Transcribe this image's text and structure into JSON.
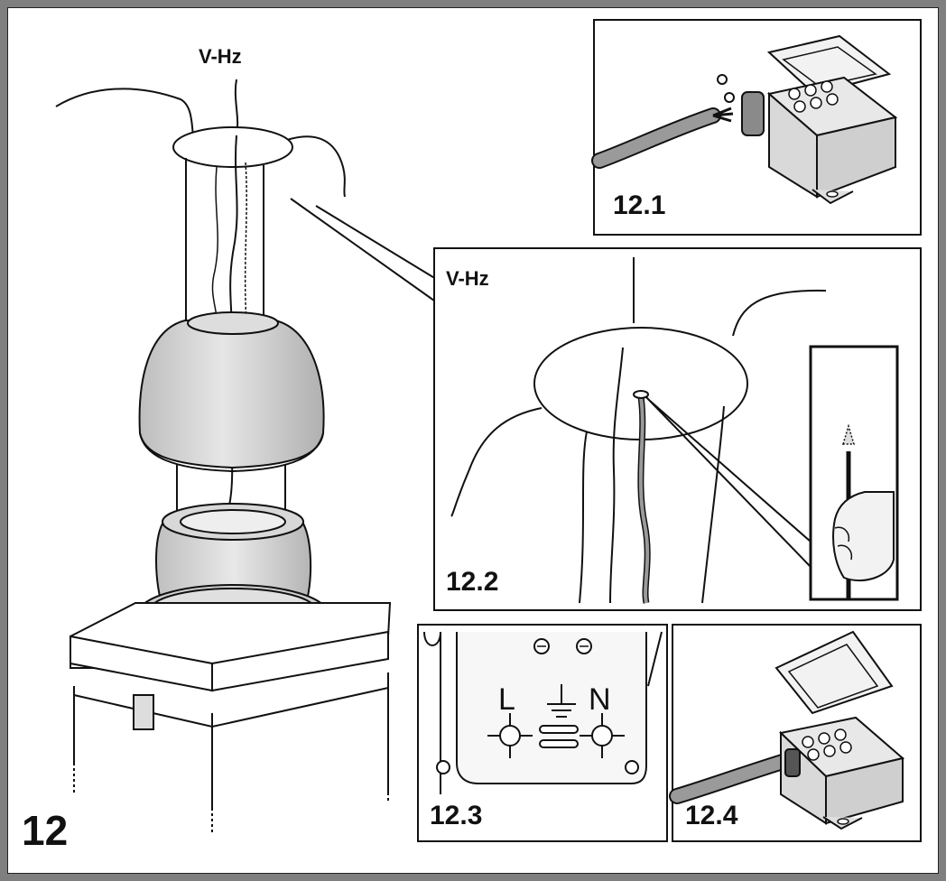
{
  "figure": {
    "main_label": "12",
    "supply_label": "V-Hz"
  },
  "panels": [
    {
      "id": "12.1",
      "label": "12.1"
    },
    {
      "id": "12.2",
      "label": "12.2",
      "supply_label": "V-Hz"
    },
    {
      "id": "12.3",
      "label": "12.3",
      "terminals": [
        "L",
        "N"
      ]
    },
    {
      "id": "12.4",
      "label": "12.4"
    }
  ],
  "colors": {
    "frame": "#7f7f7f",
    "line": "#111111",
    "cable_gray": "#9a9a9a",
    "body_gray": "#c8c8c8"
  }
}
